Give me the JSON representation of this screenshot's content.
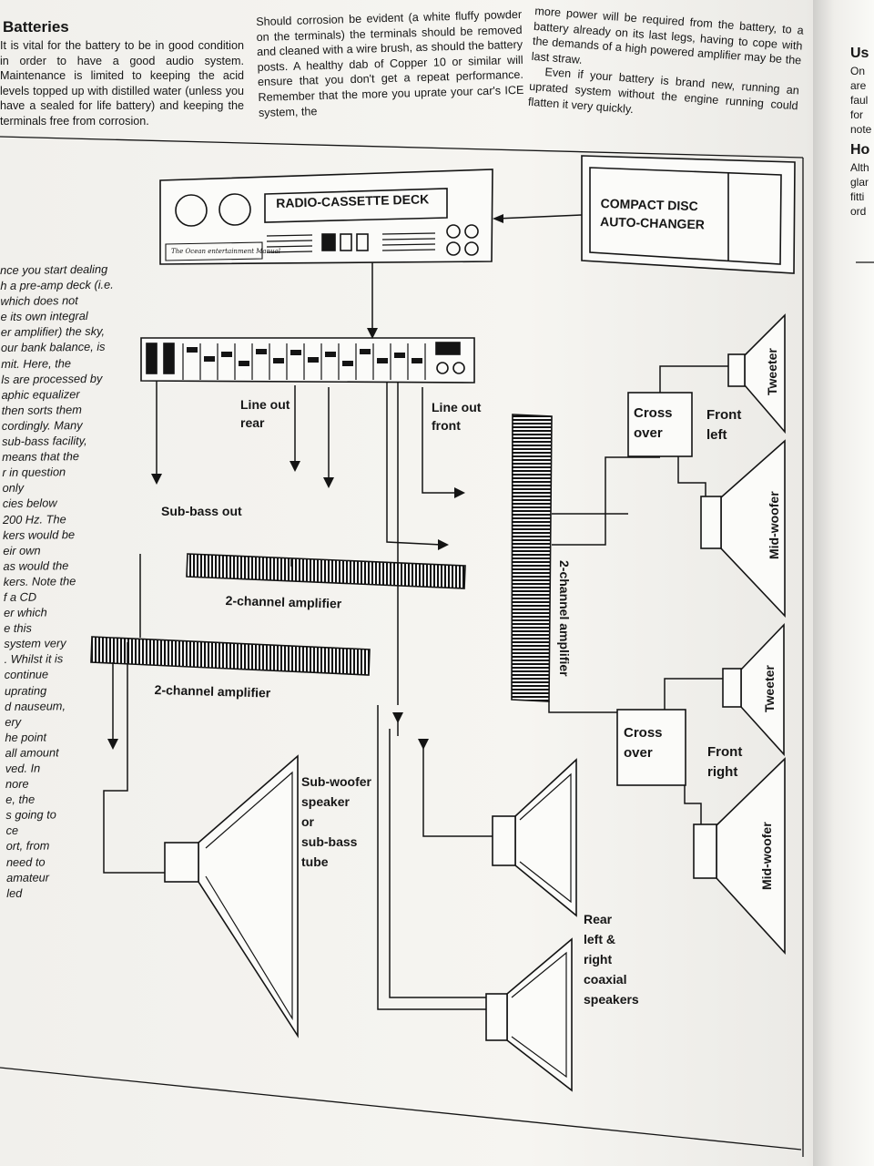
{
  "column_left": {
    "heading": "Batteries",
    "body": "It is vital for the battery to be in good condition in order to have a good audio system. Maintenance is limited to keeping the acid levels topped up with distilled water (unless you have a sealed for life battery) and keeping the terminals free from corrosion."
  },
  "column_middle": {
    "body": "Should corrosion be evident (a white fluffy powder on the terminals) the terminals should be removed and cleaned with a wire brush, as should the battery posts. A healthy dab of Copper 10 or similar will ensure that you don't get a repeat performance. Remember that the more you uprate your car's ICE system, the"
  },
  "column_right": {
    "para1": "more power will be required from the battery, to a battery already on its last legs, having to cope with the demands of a high powered amplifier may be the last straw.",
    "para2": "Even if your battery is brand new, running an uprated system without the engine running could flatten it very quickly."
  },
  "side_column_text": "nce you start dealing\nh a pre-amp deck (i.e.\n which does not\ne its own integral\ner amplifier) the sky,\nour bank balance, is\nmit. Here, the\nls are processed by\naphic equalizer\n then sorts them\ncordingly. Many\n sub-bass facility,\nmeans that the\nr in question\n only\ncies below\n200 Hz. The\nkers would be\neir own\nas would the\nkers. Note the\nf a CD\ner which\ne this\nsystem very\n. Whilst it is\ncontinue\nuprating\nd nauseum,\nery\nhe point\nall amount\nved. In\nnore\ne, the\ns going to\nce\nort, from\nneed to\namateur\nled",
  "next_page": {
    "heading1": "Us",
    "lines1": [
      "On",
      "are",
      "faul",
      "for",
      "note"
    ],
    "heading2": "Ho",
    "lines2": [
      "Alth",
      "glar",
      "fitti",
      "ord"
    ]
  },
  "diagram": {
    "deck_label": "RADIO-CASSETTE DECK",
    "deck_brand": "The Ocean entertainment Manual",
    "cd_label": "COMPACT DISC\nAUTO-CHANGER",
    "line_out_rear": "Line out\nrear",
    "line_out_front": "Line out\nfront",
    "sub_bass_out": "Sub-bass out",
    "amp_upper": "2-channel amplifier",
    "amp_lower": "2-channel amplifier",
    "amp_vertical": "2-channel amplifier",
    "crossover_left": "Cross\nover",
    "crossover_right": "Cross\nover",
    "front_left": "Front\nleft",
    "front_right": "Front\nright",
    "tweeter_left": "Tweeter",
    "tweeter_right": "Tweeter",
    "midwoofer_left": "Mid-woofer",
    "midwoofer_right": "Mid-woofer",
    "subwoofer": "Sub-woofer\nspeaker\nor\nsub-bass\ntube",
    "rear_speakers": "Rear\nleft &\nright\ncoaxial\nspeakers"
  }
}
